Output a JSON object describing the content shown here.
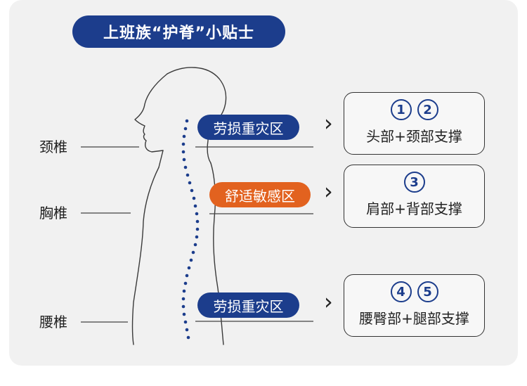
{
  "title": "上班族“护脊”小贴士",
  "spine_labels": [
    "颈椎",
    "胸椎",
    "腰椎"
  ],
  "zones": [
    {
      "label": "劳损重灾区",
      "color": "#1c3d8c"
    },
    {
      "label": "舒适敏感区",
      "color": "#e2621f"
    },
    {
      "label": "劳损重灾区",
      "color": "#1c3d8c"
    }
  ],
  "chevron": "›",
  "tips": [
    {
      "numbers": [
        "1",
        "2"
      ],
      "text": "头部+颈部支撑"
    },
    {
      "numbers": [
        "3"
      ],
      "text": "肩部+背部支撑"
    },
    {
      "numbers": [
        "4",
        "5"
      ],
      "text": "腰臀部+腿部支撑"
    }
  ],
  "colors": {
    "navy": "#1c3d8c",
    "orange": "#e2621f",
    "background": "#f1f1f1"
  }
}
